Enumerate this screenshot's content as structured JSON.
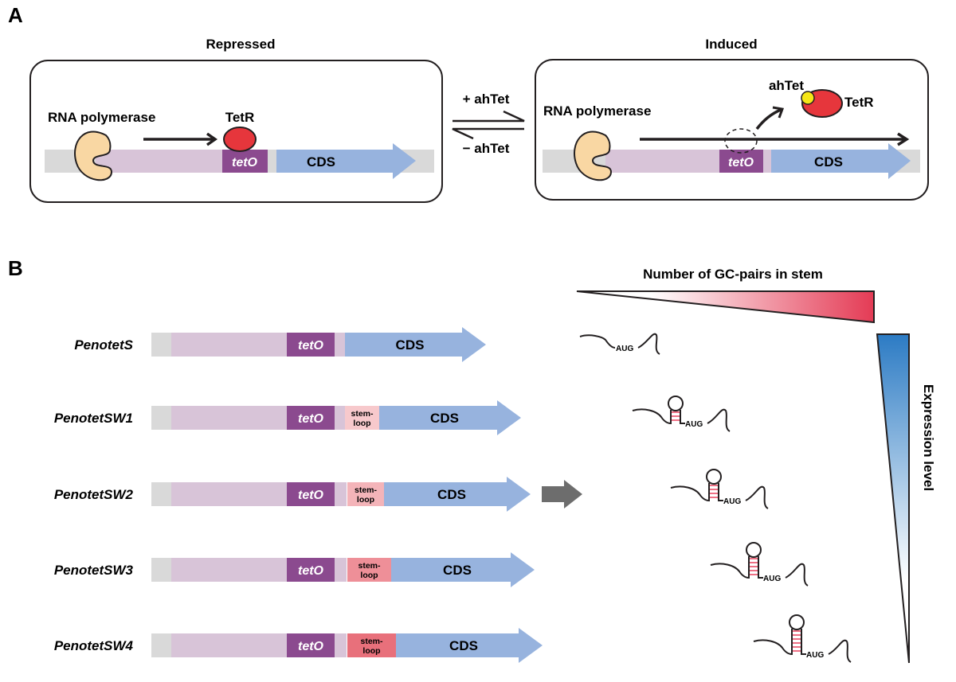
{
  "panel_a": {
    "letter": "A",
    "repressed": {
      "title": "Repressed",
      "polymerase_label": "RNA polymerase",
      "repressor_label": "TetR",
      "operator_label": "tetO",
      "cds_label": "CDS"
    },
    "equilibrium": {
      "forward_label": "+ ahTet",
      "reverse_label": "− ahTet"
    },
    "induced": {
      "title": "Induced",
      "polymerase_label": "RNA polymerase",
      "inducer_label": "ahTet",
      "repressor_label": "TetR",
      "operator_label": "tetO",
      "cds_label": "CDS"
    }
  },
  "panel_b": {
    "letter": "B",
    "gc_gradient_label": "Number of GC-pairs in stem",
    "expression_label": "Expression level",
    "stemloop_line1": "stem-",
    "stemloop_line2": "loop",
    "operator_label": "tetO",
    "cds_label": "CDS",
    "aug_label": "AUG",
    "constructs": [
      {
        "name": "PenotetS",
        "stem_pairs": 0
      },
      {
        "name": "PenotetSW1",
        "stem_pairs": 3
      },
      {
        "name": "PenotetSW2",
        "stem_pairs": 4
      },
      {
        "name": "PenotetSW3",
        "stem_pairs": 5
      },
      {
        "name": "PenotetSW4",
        "stem_pairs": 6
      }
    ]
  },
  "colors": {
    "dna_gray": "#d9d9d9",
    "promoter_lilac": "#d8c4d8",
    "teto_purple": "#8b4a8f",
    "cds_blue": "#97b3de",
    "polymerase_peach": "#f9d7a3",
    "tetr_red": "#e6363c",
    "ahtet_yellow": "#f5e617",
    "stem_pair_red": "#e8405c",
    "gc_red": "#e43b55",
    "expr_blue": "#2c7bc4",
    "stemloop_colors": [
      "#f7c9cc",
      "#f4b4b9",
      "#ee8f98",
      "#e8707b"
    ],
    "next_arrow": "#6d6d6d"
  }
}
